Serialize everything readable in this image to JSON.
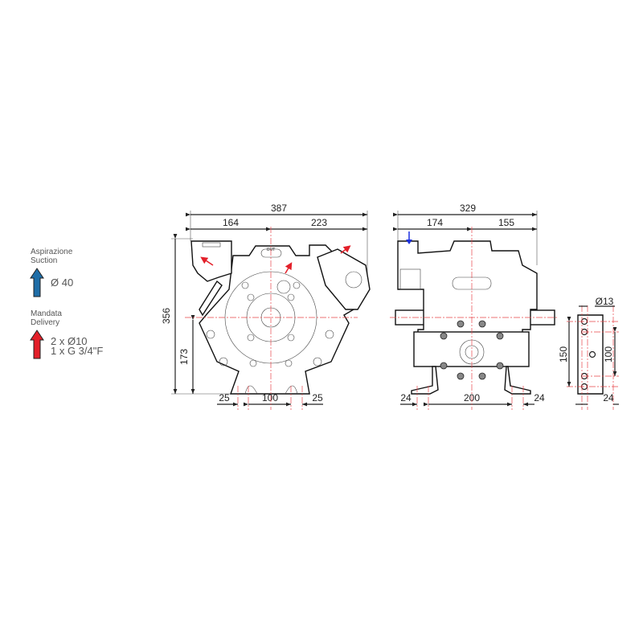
{
  "legend": {
    "suction_it": "Aspirazione",
    "suction_en": "Suction",
    "suction_size": "Ø 40",
    "delivery_it": "Mandata",
    "delivery_en": "Delivery",
    "delivery_size_1": "2 x Ø10",
    "delivery_size_2": "1 x G 3/4\"F",
    "suction_color": "#1f6ea8",
    "delivery_color": "#e3202a"
  },
  "front_view": {
    "overall_width": "387",
    "left_width": "164",
    "right_width": "223",
    "overall_height": "356",
    "shaft_height": "173",
    "foot_left": "25",
    "foot_spacing": "100",
    "foot_right": "25",
    "port_out": "OUT"
  },
  "side_view": {
    "overall_width": "329",
    "left_width": "174",
    "right_width": "155",
    "foot_left": "24",
    "foot_spacing": "200",
    "foot_right": "24"
  },
  "foot_detail": {
    "hole_diameter": "Ø13",
    "outer_spacing": "150",
    "inner_spacing": "100",
    "edge_offset": "24"
  }
}
